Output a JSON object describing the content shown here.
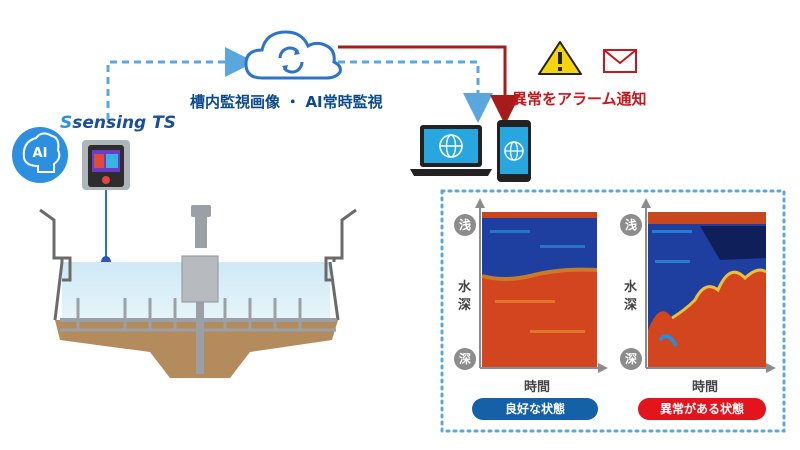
{
  "cloud_caption": "槽内監視画像 ・ AI常時監視",
  "alarm_caption": "異常をアラーム通知",
  "brand": {
    "s": "S",
    "rest": "sensing TS"
  },
  "ai_badge": "AI",
  "depth_axis": {
    "shallow": "浅",
    "vertical_label": [
      "水",
      "深"
    ],
    "deep": "深"
  },
  "time_label": "時間",
  "status": {
    "good": "良好な状態",
    "abnormal": "異常がある状態"
  },
  "colors": {
    "blue_dash": "#5aa7e0",
    "red_line": "#a61b1b",
    "good": "#1461a8",
    "abnormal": "#e3141c"
  }
}
